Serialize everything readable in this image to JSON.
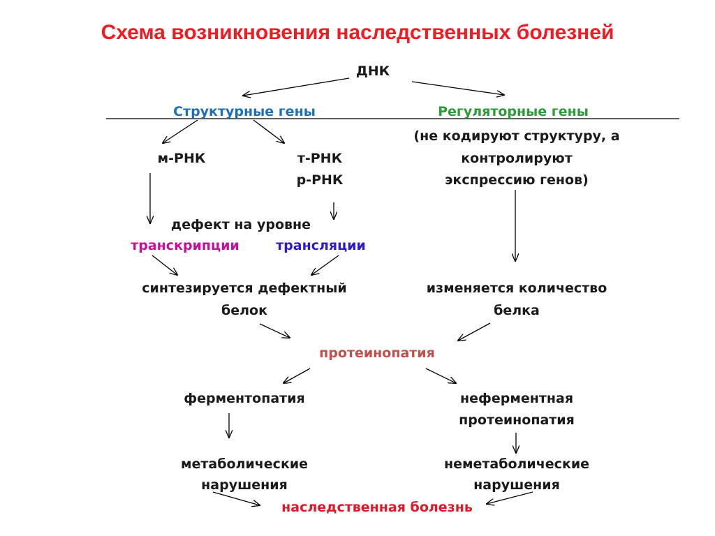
{
  "title": "Схема возникновения наследственных болезней",
  "nodes": {
    "dna": "ДНК",
    "structural_genes": "Структурные гены",
    "regulatory_genes": "Регуляторные гены",
    "regulatory_note_1": "(не кодируют структуру, а",
    "regulatory_note_2": "контролируют",
    "regulatory_note_3": "экспрессию генов)",
    "mrna": "м-РНК",
    "trna": "т-РНК",
    "rrna": "р-РНК",
    "defect_level": "дефект на уровне",
    "transcription": "транскрипции",
    "translation": "трансляции",
    "defective_protein_1": "синтезируется дефектный",
    "defective_protein_2": "белок",
    "protein_amount_1": "изменяется количество",
    "protein_amount_2": "белка",
    "proteinopathy": "протеинопатия",
    "fermentopathy": "ферментопатия",
    "nonenzymatic_1": "неферментная",
    "nonenzymatic_2": "протеинопатия",
    "metabolic_1": "метаболические",
    "metabolic_2": "нарушения",
    "nonmetabolic_1": "неметаболические",
    "nonmetabolic_2": "нарушения",
    "hereditary_disease": "наследственная болезнь"
  },
  "colors": {
    "title": "#ee1c25",
    "text": "#1a1a1a",
    "structural": "#1f6fb5",
    "regulatory": "#2e9a3a",
    "transcription": "#c0129a",
    "translation": "#2a1ad1",
    "proteinopathy": "#c0504d",
    "disease": "#e0182a"
  }
}
